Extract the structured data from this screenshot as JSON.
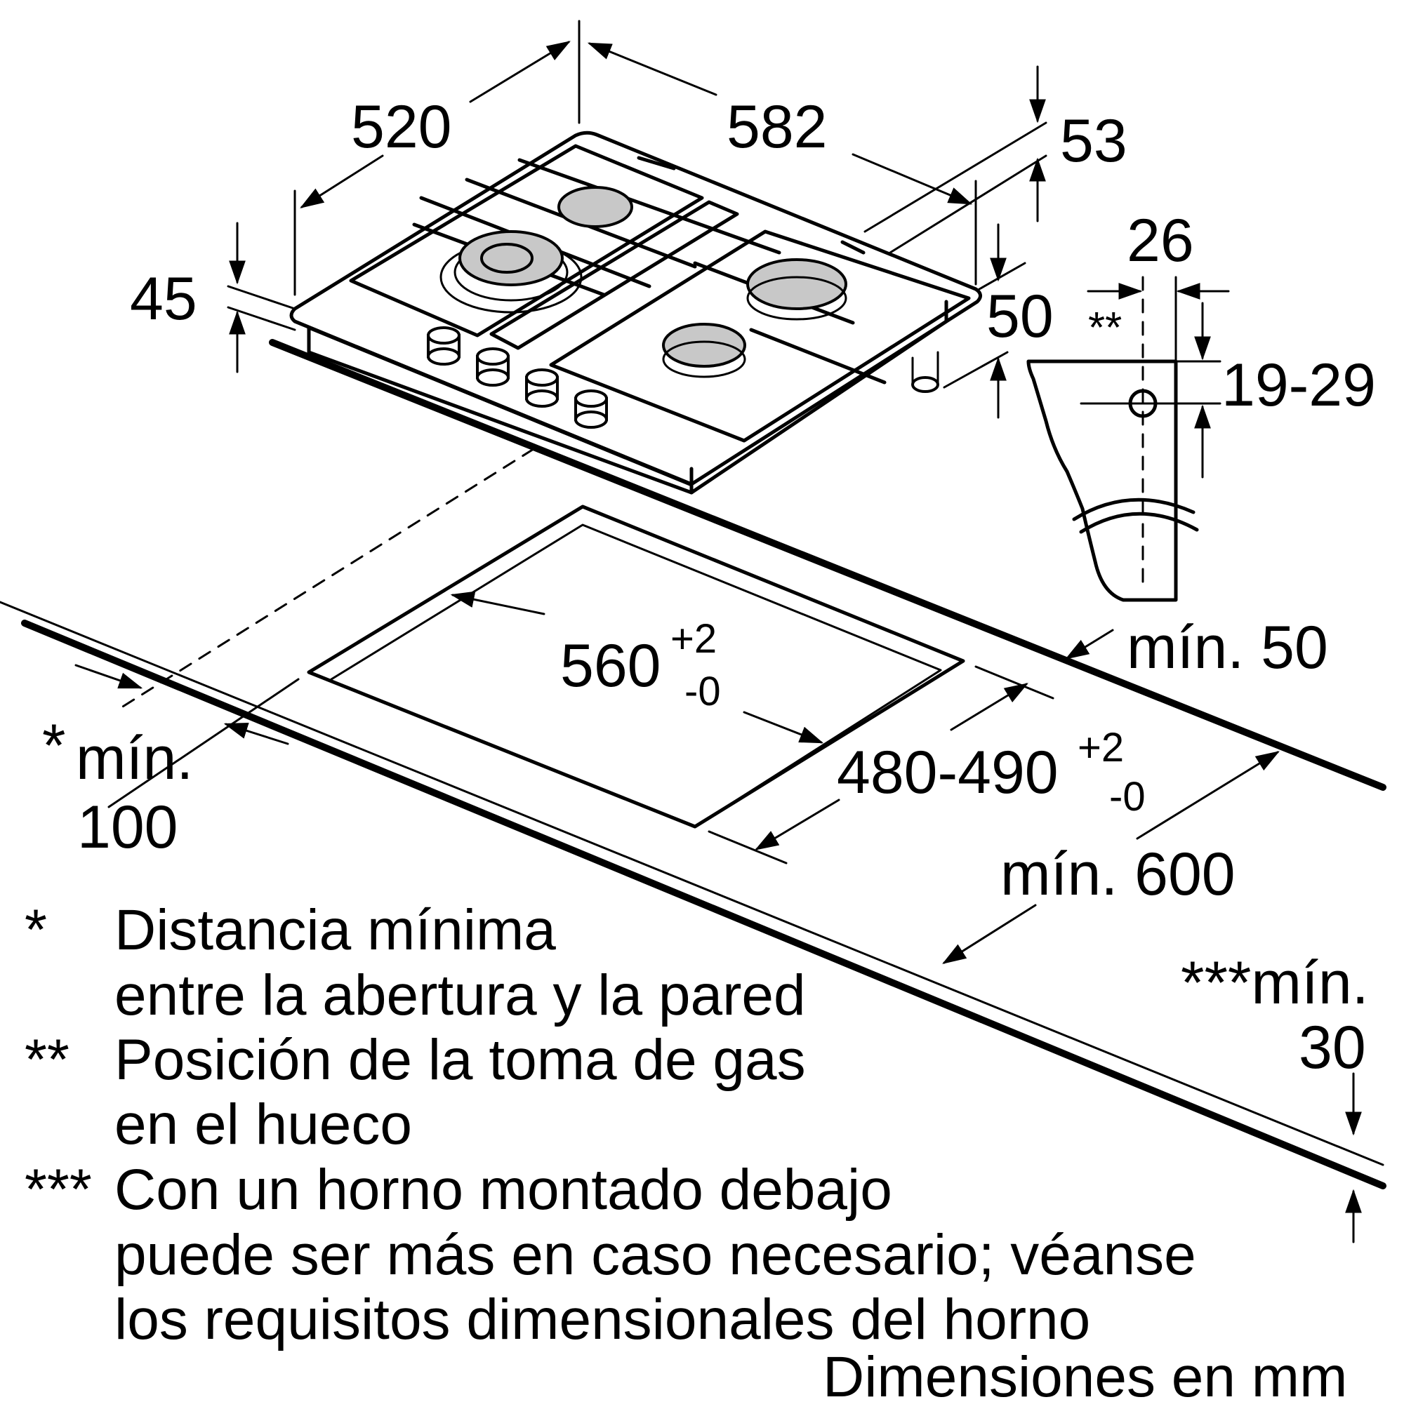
{
  "dimensions": {
    "width_depth": "520",
    "width": "582",
    "height_rear": "53",
    "height_front": "45",
    "height_side": "50",
    "gas_offset": "26",
    "gas_height": "19-29",
    "gas_marker": "**",
    "cutout_width_base": "560",
    "cutout_width_plus": "+2",
    "cutout_width_minus": "-0",
    "cutout_depth_base": "480-490",
    "cutout_depth_plus": "+2",
    "cutout_depth_minus": "-0",
    "min_rear": "mín. 50",
    "min_front_label": "mín. 600",
    "min_wall_marker": "*",
    "min_wall_line1": "mín.",
    "min_wall_line2": "100",
    "min_oven_line1": "***mín.",
    "min_oven_line2": "30"
  },
  "notes": [
    {
      "marker": "*",
      "line1": "Distancia mínima",
      "line2": "entre la abertura y la pared"
    },
    {
      "marker": "**",
      "line1": "Posición de la toma de gas",
      "line2": "en el hueco"
    },
    {
      "marker": "***",
      "line1": "Con un horno montado debajo",
      "line2": "puede ser más en caso necesario; véanse",
      "line3": "los requisitos dimensionales del horno"
    }
  ],
  "units_caption": "Dimensiones en mm"
}
